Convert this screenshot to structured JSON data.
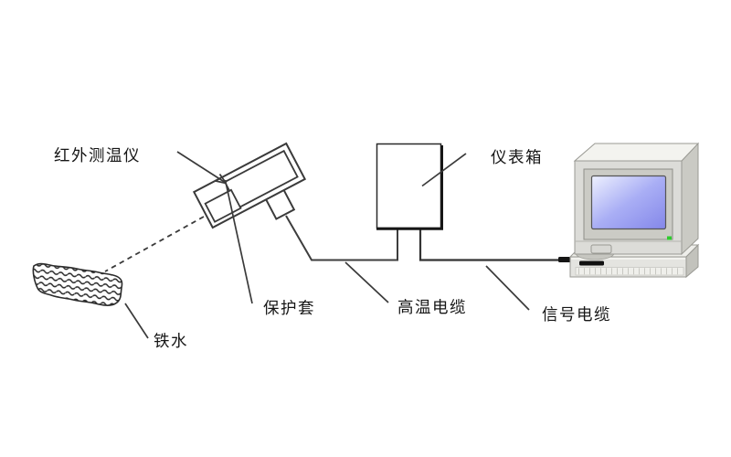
{
  "figure": {
    "background": "#ffffff",
    "line_color": "#3a3a3a",
    "text_color": "#161616"
  },
  "labels": {
    "ir_thermometer": "红外测温仪",
    "instrument_box": "仪表箱",
    "protective_sleeve": "保护套",
    "high_temp_cable": "高温电缆",
    "signal_cable": "信号电缆",
    "molten_iron": "铁水"
  },
  "computer": {
    "screen_color_top": "#eef1fe",
    "screen_color_mid": "#a9aef5",
    "screen_color_bottom": "#8487e9",
    "led_color": "#2ecc2e",
    "body_color": "#dcdcd8"
  }
}
